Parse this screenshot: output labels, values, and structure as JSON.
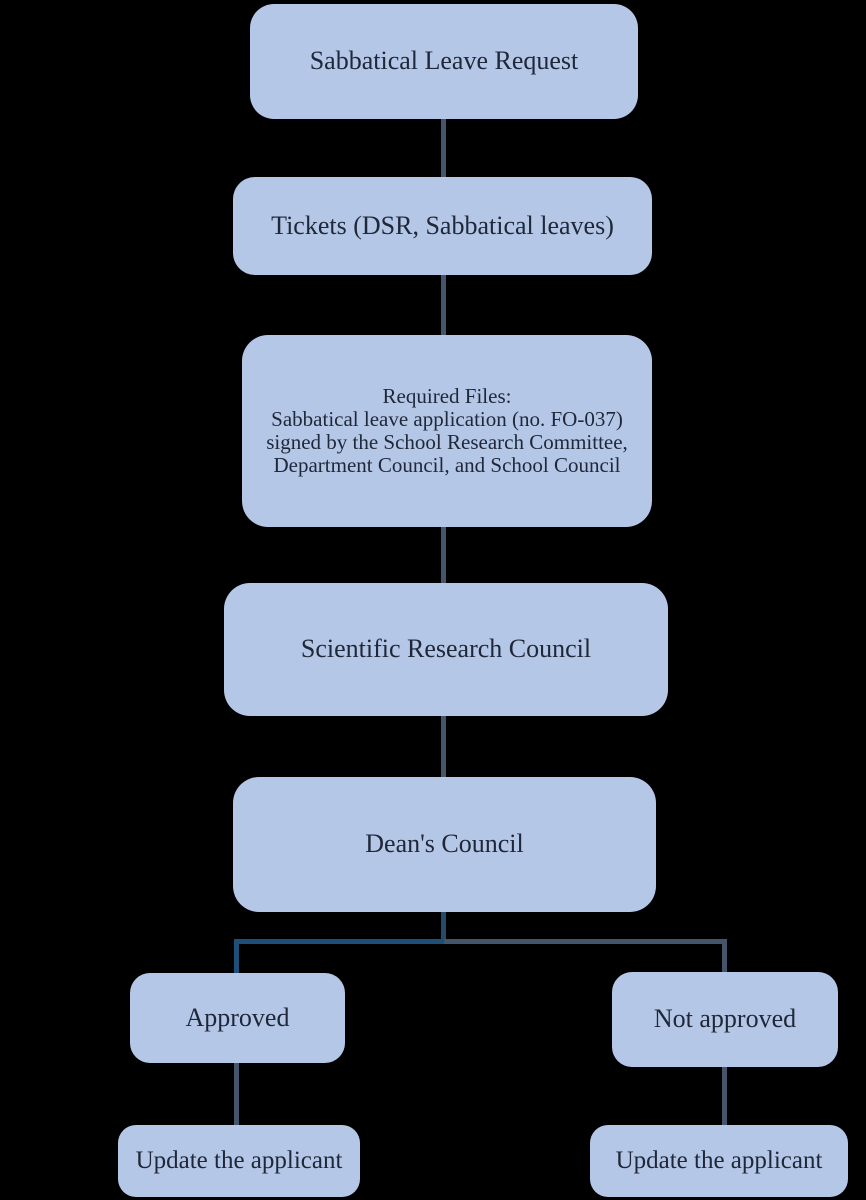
{
  "colors": {
    "background": "#000000",
    "node_fill": "#B4C7E7",
    "node_text": "#1F2738",
    "connector_gray": "#44546A",
    "connector_blue": "#1F4E79",
    "connector_stub": "#27496B"
  },
  "nodes": {
    "start": "Sabbatical Leave Request",
    "tickets": "Tickets (DSR, Sabbatical leaves)",
    "required_files": [
      "Required Files:",
      "Sabbatical leave application (no. FO-037)",
      "signed by the School Research Committee,",
      "Department Council, and School Council"
    ],
    "scientific_research_council": "Scientific Research Council",
    "deans_council": "Dean's Council",
    "approved": "Approved",
    "not_approved": "Not approved",
    "update_left": "Update the applicant",
    "update_right": "Update the applicant"
  }
}
